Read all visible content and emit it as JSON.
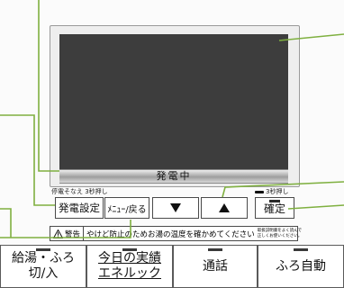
{
  "display": {
    "status": "発電中"
  },
  "labels": {
    "power_saving": "停電そなえ 3秒押し",
    "confirm_hint": "3秒押し"
  },
  "buttons": {
    "power_setting": "発電設定",
    "menu_back": "ﾒﾆｭｰ/戻る",
    "confirm": "確定"
  },
  "warning": {
    "badge": "警告",
    "text": "やけど防止のためお湯の温度を確かめてください",
    "manual_note_1": "取扱説明書をよく読んで",
    "manual_note_2": "正しくお使いください。"
  },
  "bottom_buttons": {
    "fill_bath_line1": "給湯・ふろ",
    "fill_bath_line2": "切/入",
    "today_line1": "今日の実績",
    "today_line2": "エネルック",
    "call": "通話",
    "auto_bath": "ふろ自動"
  },
  "colors": {
    "screen": "#3d3d3d",
    "callout_line": "#7fb040",
    "panel": "#fbfbfb"
  }
}
